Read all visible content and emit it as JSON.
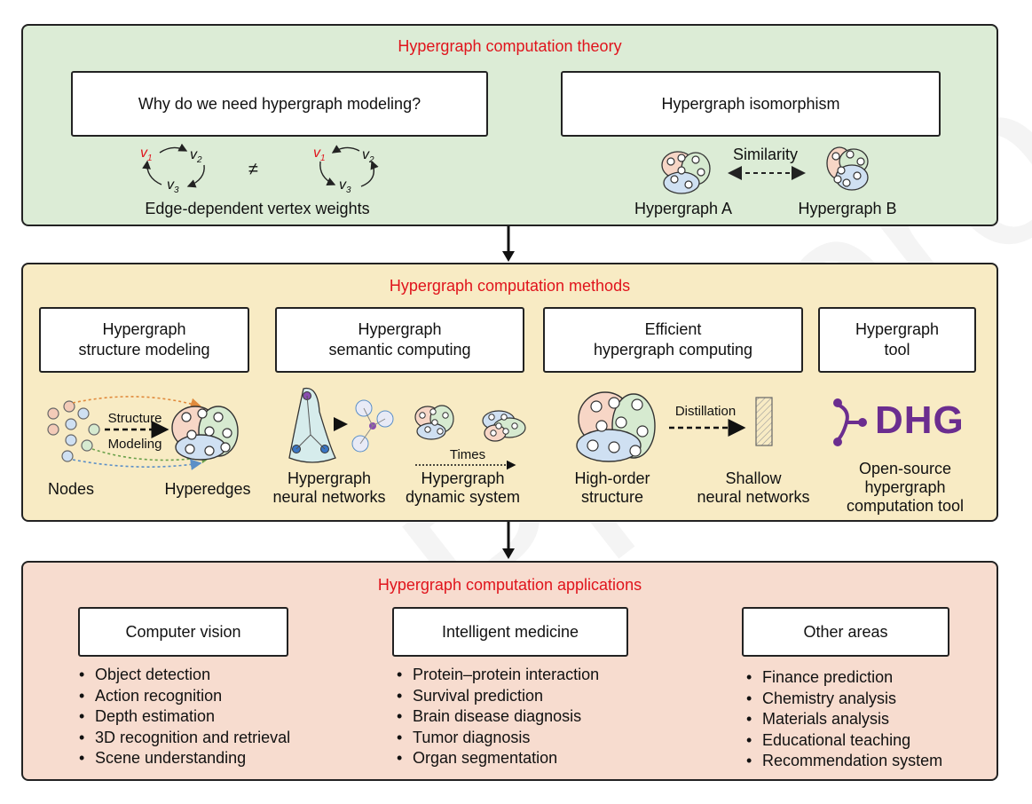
{
  "theory": {
    "title": "Hypergraph computation theory",
    "box_left": "Why do we need hypergraph modeling?",
    "box_right": "Hypergraph isomorphism",
    "edge_weights_label": "Edge-dependent vertex weights",
    "similarity_label": "Similarity",
    "hypergraph_a": "Hypergraph A",
    "hypergraph_b": "Hypergraph B",
    "not_equal": "≠",
    "v1": "v1",
    "v2": "v2",
    "v3": "v3"
  },
  "methods": {
    "title": "Hypergraph computation methods",
    "boxes": [
      "Hypergraph\nstructure modeling",
      "Hypergraph\nsemantic computing",
      "Efficient\nhypergraph computing",
      "Hypergraph\ntool"
    ],
    "structure": "Structure",
    "modeling": "Modeling",
    "nodes": "Nodes",
    "hyperedges": "Hyperedges",
    "hgnn": "Hypergraph\nneural networks",
    "times": "Times",
    "dynamic": "Hypergraph\ndynamic system",
    "distillation": "Distillation",
    "high_order": "High-order\nstructure",
    "shallow": "Shallow\nneural networks",
    "dhg_logo": "DHG",
    "tool_desc": "Open-source\nhypergraph\ncomputation tool"
  },
  "applications": {
    "title": "Hypergraph computation applications",
    "columns": [
      {
        "header": "Computer vision",
        "items": [
          "Object detection",
          "Action recognition",
          "Depth estimation",
          "3D recognition and retrieval",
          "Scene understanding"
        ]
      },
      {
        "header": "Intelligent medicine",
        "items": [
          "Protein–protein interaction",
          "Survival prediction",
          "Brain disease diagnosis",
          "Tumor diagnosis",
          "Organ segmentation"
        ]
      },
      {
        "header": "Other areas",
        "items": [
          "Finance prediction",
          "Chemistry analysis",
          "Materials analysis",
          "Educational teaching",
          "Recommendation system"
        ]
      }
    ]
  },
  "colors": {
    "theory_bg": "#dcecd6",
    "methods_bg": "#f8ebc4",
    "applications_bg": "#f7dccf",
    "title_red": "#e0141c",
    "logo_purple": "#6b2d8f"
  }
}
